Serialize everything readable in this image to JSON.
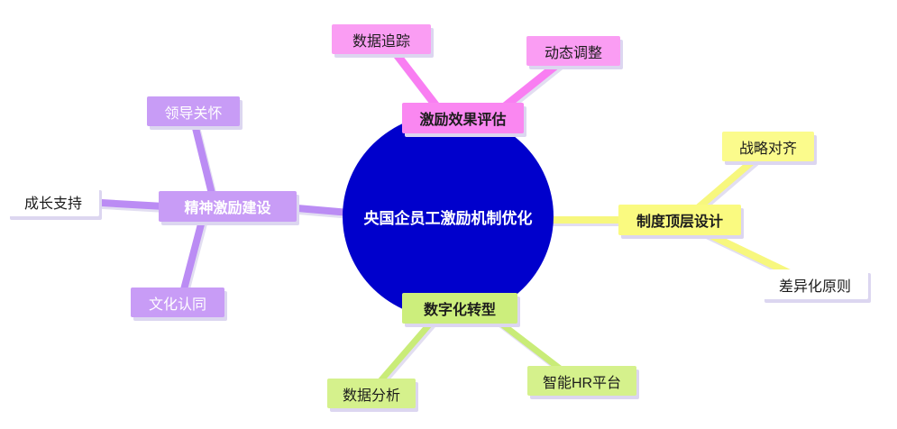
{
  "mindmap": {
    "center": {
      "label": "央国企员工激励机制优化",
      "bg_color": "#0000cc",
      "text_color": "#ffffff"
    },
    "branches": [
      {
        "id": "incentive-effect-evaluation",
        "line_color": "#f97ef2",
        "node": {
          "label": "激励效果评估",
          "bg_color": "#fa87f1",
          "text_color": "#1c1c1c"
        },
        "children": [
          {
            "label": "数据追踪",
            "bg_color": "#fa9df3",
            "text_color": "#1c1c1c"
          },
          {
            "label": "动态调整",
            "bg_color": "#fa9df3",
            "text_color": "#1c1c1c"
          }
        ]
      },
      {
        "id": "spiritual-incentive-building",
        "line_color": "#bb8cf4",
        "node": {
          "label": "精神激励建设",
          "bg_color": "#c89cf6",
          "text_color": "#ffffff"
        },
        "children": [
          {
            "label": "领导关怀",
            "bg_color": "#c89cf6",
            "text_color": "#ffffff"
          },
          {
            "label": "成长支持",
            "bg_color": "#ffffff",
            "text_color": "#1c1c1c"
          },
          {
            "label": "文化认同",
            "bg_color": "#c89cf6",
            "text_color": "#ffffff"
          }
        ]
      },
      {
        "id": "system-top-level-design",
        "line_color": "#f7f77e",
        "node": {
          "label": "制度顶层设计",
          "bg_color": "#fafa80",
          "text_color": "#1c1c1c"
        },
        "children": [
          {
            "label": "战略对齐",
            "bg_color": "#fbfb8c",
            "text_color": "#1c1c1c"
          },
          {
            "label": "差异化原则",
            "bg_color": "#ffffff",
            "text_color": "#1c1c1c"
          }
        ]
      },
      {
        "id": "digital-transformation",
        "line_color": "#c9ec78",
        "node": {
          "label": "数字化转型",
          "bg_color": "#ccee7c",
          "text_color": "#1c1c1c"
        },
        "children": [
          {
            "label": "数据分析",
            "bg_color": "#d5f18c",
            "text_color": "#1c1c1c"
          },
          {
            "label": "智能HR平台",
            "bg_color": "#d5f18c",
            "text_color": "#1c1c1c"
          }
        ]
      }
    ]
  }
}
